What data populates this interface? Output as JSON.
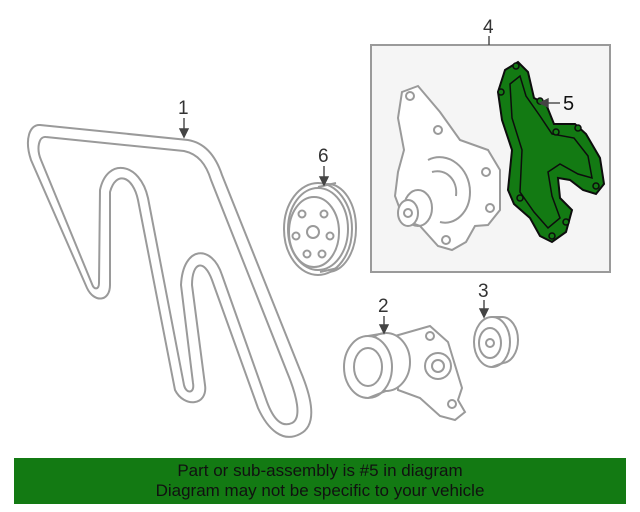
{
  "callouts": {
    "belt": "1",
    "tensioner": "2",
    "idler": "3",
    "pump_assembly": "4",
    "gasket": "5",
    "pulley": "6"
  },
  "footer": {
    "line1": "Part or sub-assembly is #5 in diagram",
    "line2": "Diagram may not be specific to your vehicle"
  },
  "colors": {
    "highlight": "#137a13",
    "line": "#9a9a9a",
    "box_bg": "#f5f5f5"
  }
}
